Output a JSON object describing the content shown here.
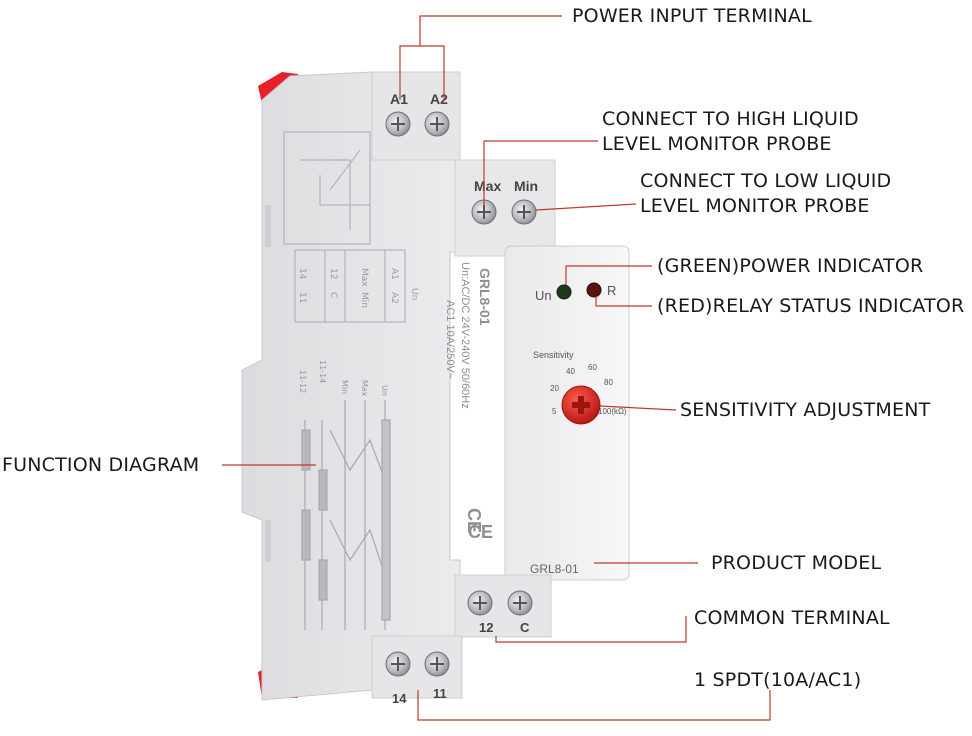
{
  "callouts": {
    "power_input": "POWER INPUT TERMINAL",
    "high_probe_1": "CONNECT TO HIGH LIQUID",
    "high_probe_2": "LEVEL MONITOR PROBE",
    "low_probe_1": "CONNECT TO LOW LIQUID",
    "low_probe_2": "LEVEL MONITOR PROBE",
    "power_indicator": "(GREEN)POWER INDICATOR",
    "relay_indicator": "(RED)RELAY STATUS INDICATOR",
    "sensitivity": "SENSITIVITY ADJUSTMENT",
    "function_diagram": "FUNCTION DIAGRAM",
    "product_model": "PRODUCT MODEL",
    "common_terminal": "COMMON TERMINAL",
    "spdt": "1 SPDT(10A/AC1)"
  },
  "device": {
    "terminal_a1": "A1",
    "terminal_a2": "A2",
    "terminal_max": "Max",
    "terminal_min": "Min",
    "terminal_12": "12",
    "terminal_c": "C",
    "terminal_14": "14",
    "terminal_11": "11",
    "led_un": "Un",
    "led_r": "R",
    "sensitivity_label": "Sensitivity",
    "dial_ticks": [
      "5",
      "20",
      "40",
      "60",
      "80",
      "100(kΩ)"
    ],
    "model_front": "GRL8-01",
    "side_model": "GRL8-01",
    "side_spec_1": "Un:AC/DC 24V-240V 50/60Hz",
    "side_spec_2": "AC1 10A/250V~",
    "side_ce": "CE",
    "front_ce": "CE",
    "schematic_labels": [
      "14",
      "11",
      "12",
      "C",
      "Max",
      "Min",
      "A1",
      "A2",
      "Un"
    ],
    "diagram_labels": [
      "11-14",
      "11-12",
      "Min",
      "Max",
      "Un"
    ]
  },
  "colors": {
    "green_led": "#1f3a1a",
    "red_led": "#5a1410",
    "knob": "#d8241f",
    "latch": "#e8202a",
    "leader": "#c0392b"
  }
}
